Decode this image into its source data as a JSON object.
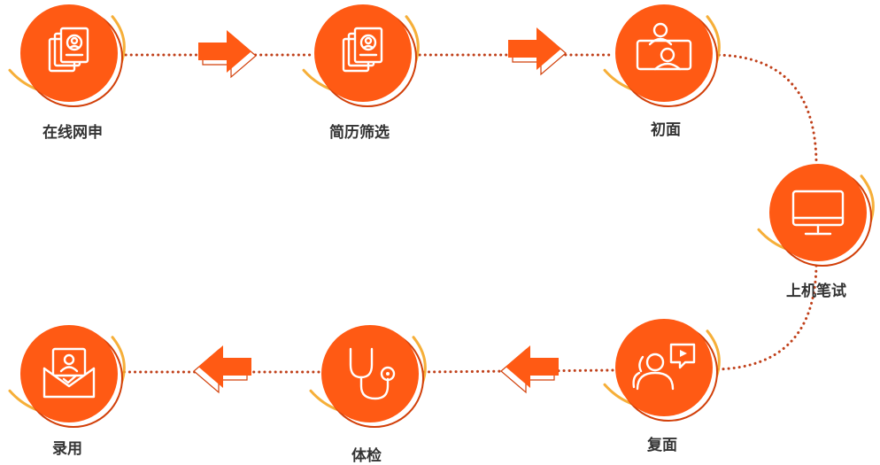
{
  "colors": {
    "accent": "#ff5a14",
    "accent_dark": "#d2400a",
    "swoosh": "#f5a623",
    "connector": "#c0401a",
    "icon_line": "#ffffff",
    "label": "#333333"
  },
  "steps": [
    {
      "label": "在线网申",
      "icon": "resume-icon"
    },
    {
      "label": "简历筛选",
      "icon": "resume-icon"
    },
    {
      "label": "初面",
      "icon": "video-interview-icon"
    },
    {
      "label": "上机笔试",
      "icon": "monitor-icon"
    },
    {
      "label": "复面",
      "icon": "group-interview-icon"
    },
    {
      "label": "体检",
      "icon": "stethoscope-icon"
    },
    {
      "label": "录用",
      "icon": "offer-letter-icon"
    }
  ]
}
